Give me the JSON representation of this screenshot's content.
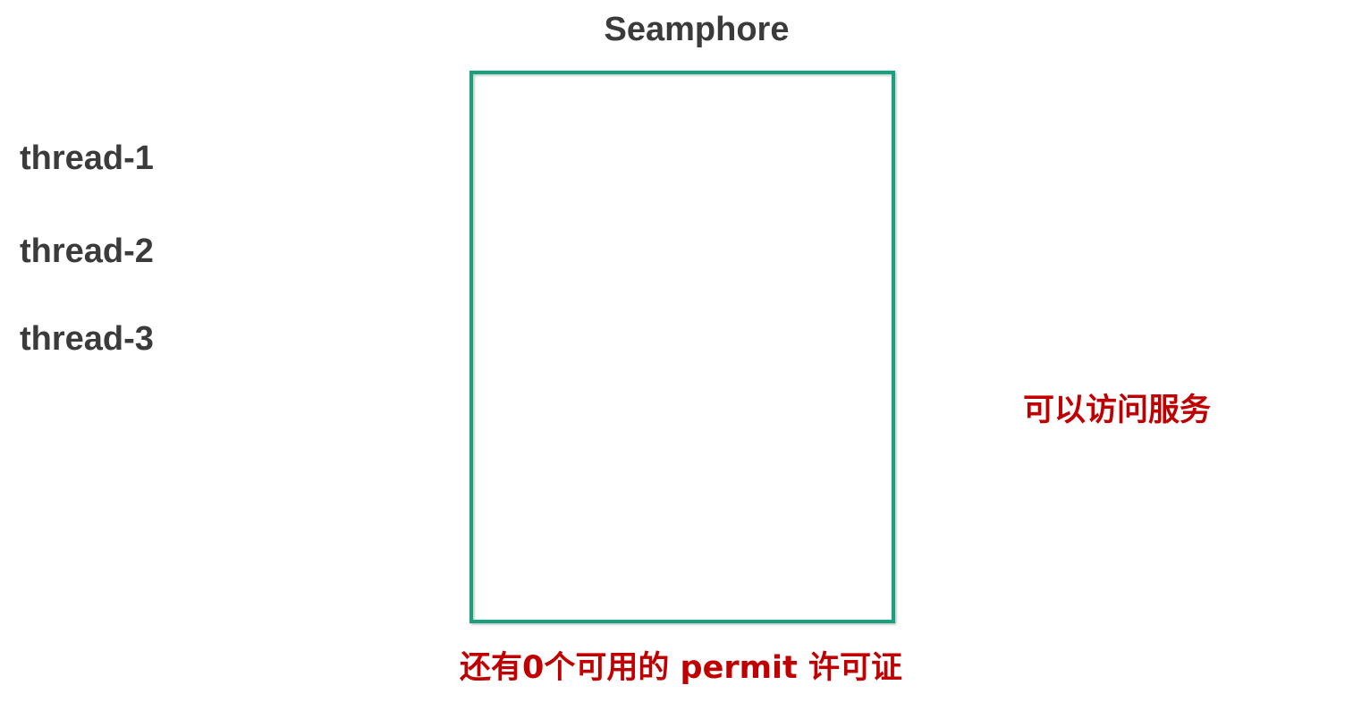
{
  "title": "Seamphore",
  "threads": [
    {
      "label": "thread-1"
    },
    {
      "label": "thread-2"
    },
    {
      "label": "thread-3"
    }
  ],
  "output_note": "可以访问服务",
  "permit_note": "还有0个可用的 permit 许可证",
  "colors": {
    "box_border": "#17a27f",
    "arrow": "#17a27f",
    "label_text": "#3b3b3b",
    "note_text": "#c00000",
    "background": "#ffffff"
  }
}
